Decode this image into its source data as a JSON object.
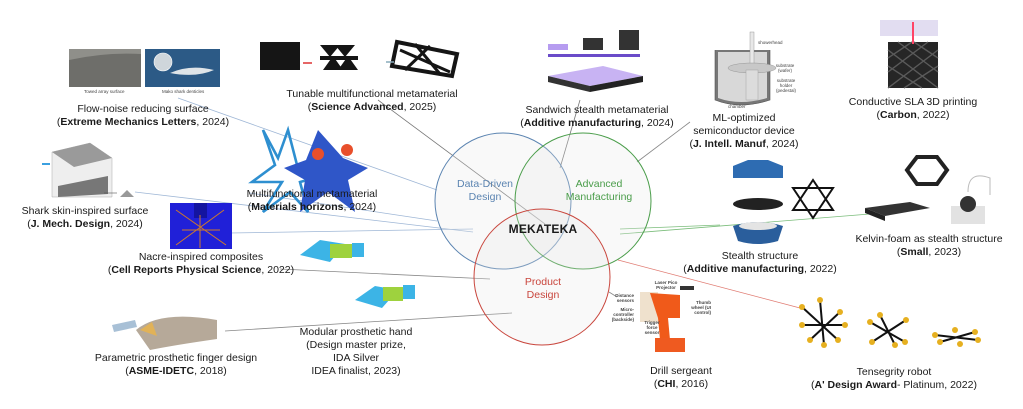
{
  "venn": {
    "center_label": "MEKATEKA",
    "circles": [
      {
        "id": "data-driven",
        "label_line1": "Data-Driven",
        "label_line2": "Design",
        "color": "#5b84b1"
      },
      {
        "id": "advanced-manufacturing",
        "label_line1": "Advanced",
        "label_line2": "Manufacturing",
        "color": "#4a9d4a"
      },
      {
        "id": "product-design",
        "label_line1": "Product",
        "label_line2": "Design",
        "color": "#c9463d"
      }
    ]
  },
  "projects": {
    "flow_noise": {
      "title": "Flow-noise reducing surface",
      "venue": "Extreme Mechanics Letters",
      "year_suffix": ", 2024)",
      "img_label_1": "Towed array surface",
      "img_label_2": "Mako shark denticles"
    },
    "tunable": {
      "title": "Tunable multifunctional metamaterial",
      "venue": "Science Advanced",
      "year_suffix": ", 2025)"
    },
    "sandwich": {
      "title": "Sandwich stealth metamaterial",
      "venue": "Additive manufacturing",
      "year_suffix": ", 2024)"
    },
    "ml_semiconductor": {
      "title_line1": "ML-optimized",
      "title_line2": "semiconductor device",
      "venue": "J. Intell. Manuf",
      "year_suffix": ", 2024)",
      "lbl_showerhead": "showerhead",
      "lbl_substrate": "substrate (wafer)",
      "lbl_holder": "substrate holder (pedestal)",
      "lbl_chamber": "chamber"
    },
    "conductive_sla": {
      "title": "Conductive SLA 3D printing",
      "venue": "Carbon",
      "year_suffix": ", 2022)"
    },
    "multifunctional": {
      "title": "Multifunctional metamaterial",
      "venue": "Materials horizons",
      "year_suffix": ", 2024)"
    },
    "shark_skin": {
      "title": "Shark skin-inspired surface",
      "venue": "J. Mech. Design",
      "year_suffix": ", 2024)"
    },
    "nacre": {
      "title": "Nacre-inspired composites",
      "venue": "Cell Reports Physical Science",
      "year_suffix": ", 2022)"
    },
    "stealth_structure": {
      "title": "Stealth structure",
      "venue": "Additive manufacturing",
      "year_suffix": ", 2022)"
    },
    "kelvin_foam": {
      "title": "Kelvin-foam as stealth structure",
      "venue": "Small",
      "year_suffix": ", 2023)"
    },
    "prosthetic_hand": {
      "title": "Modular prosthetic hand",
      "line2": "(Design master prize,",
      "line3": "IDA Silver",
      "line4": "IDEA finalist, 2023)"
    },
    "prosthetic_finger": {
      "title": "Parametric prosthetic finger design",
      "venue": "ASME-IDETC",
      "year_suffix": ", 2018)"
    },
    "drill": {
      "title": "Drill sergeant",
      "venue": "CHI",
      "year_suffix": ", 2016)",
      "lbl_laser": "Laser Pico Projector",
      "lbl_distance": "Distance sensors",
      "lbl_micro": "Micro-controller (backside)",
      "lbl_trigger": "Trigger force sensor",
      "lbl_thumb": "Thumb wheel (UI control)"
    },
    "tensegrity": {
      "title": "Tensegrity robot",
      "venue": "A' Design Award",
      "year_suffix": "- Platinum, 2022)"
    }
  },
  "open_paren": "("
}
